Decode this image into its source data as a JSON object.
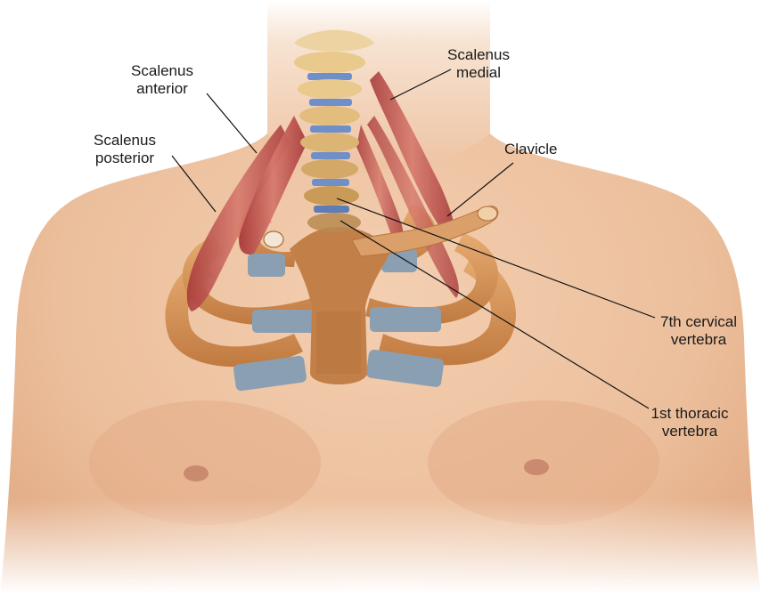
{
  "labels": {
    "scalenus_anterior": [
      "Scalenus",
      "anterior"
    ],
    "scalenus_medial": [
      "Scalenus",
      "medial"
    ],
    "scalenus_posterior": [
      "Scalenus",
      "posterior"
    ],
    "clavicle": [
      "Clavicle"
    ],
    "cervical_7": [
      "7th cervical",
      "vertebra"
    ],
    "thoracic_1": [
      "1st thoracic",
      "vertebra"
    ]
  },
  "colors": {
    "skin_light": "#f6dcc6",
    "skin_mid": "#e9b995",
    "skin_shadow": "#d99c76",
    "bone": "#d4955a",
    "bone_dark": "#b86f38",
    "bone_light": "#eab27a",
    "cartilage": "#8b9fb3",
    "disc": "#6f8fc9",
    "muscle": "#b84a4a",
    "muscle_light": "#d97a6e",
    "vertebra": "#e9c98c",
    "leader": "#111111"
  }
}
